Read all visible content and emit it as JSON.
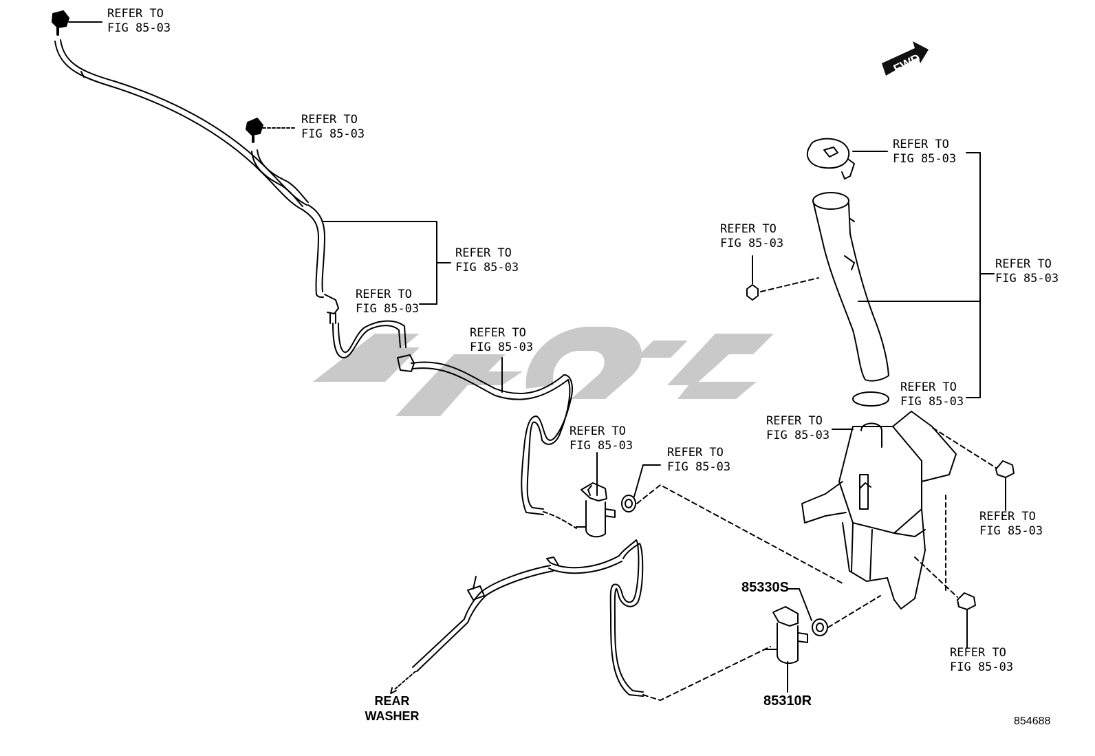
{
  "diagram": {
    "refer": {
      "line1": "REFER TO",
      "line2": "FIG 85-03"
    },
    "parts": {
      "grommet": "85330S",
      "rear_pump": "85310R"
    },
    "rear_washer": {
      "line1": "REAR",
      "line2": "WASHER"
    },
    "fwd": "FWD",
    "figure_number": "854688",
    "colors": {
      "line": "#000000",
      "watermark": "#c8c8c8",
      "background": "#ffffff"
    }
  }
}
